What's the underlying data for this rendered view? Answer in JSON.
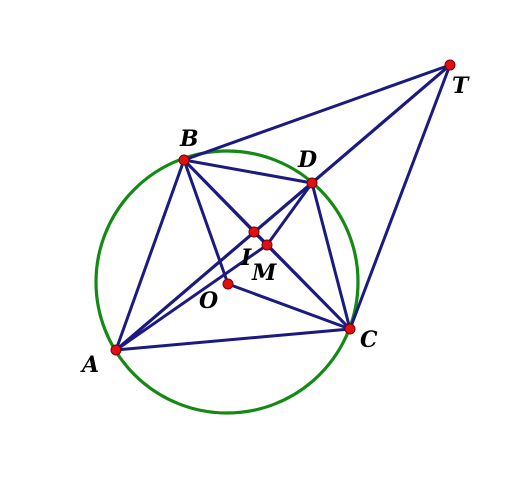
{
  "points": {
    "A": {
      "label": "A"
    },
    "B": {
      "label": "B"
    },
    "C": {
      "label": "C"
    },
    "D": {
      "label": "D"
    },
    "T": {
      "label": "T"
    },
    "I": {
      "label": "I"
    },
    "M": {
      "label": "M"
    },
    "O": {
      "label": "O"
    }
  },
  "segments": [
    [
      "A",
      "B"
    ],
    [
      "A",
      "C"
    ],
    [
      "A",
      "D"
    ],
    [
      "A",
      "M"
    ],
    [
      "B",
      "C"
    ],
    [
      "B",
      "D"
    ],
    [
      "B",
      "T"
    ],
    [
      "B",
      "I"
    ],
    [
      "B",
      "O"
    ],
    [
      "C",
      "D"
    ],
    [
      "C",
      "T"
    ],
    [
      "C",
      "I"
    ],
    [
      "C",
      "O"
    ],
    [
      "D",
      "T"
    ],
    [
      "D",
      "M"
    ],
    [
      "A",
      "T"
    ]
  ],
  "colors": {
    "segment": "#1a1a80",
    "circle": "#138a13",
    "point_fill": "#e01010",
    "label": "#000000",
    "background": "#ffffff"
  }
}
